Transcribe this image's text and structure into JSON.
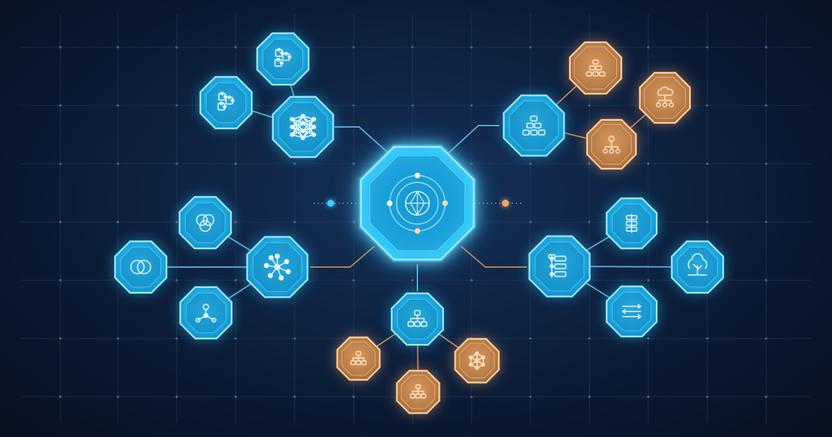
{
  "diagram": {
    "colors": {
      "background": "#0d1f3a",
      "grid": "#2a4263",
      "blue_fill": "#1fb6e8",
      "blue_glow": "#29c7ff",
      "blue_border": "#a8ecff",
      "orange_fill": "#c88a52",
      "orange_glow": "#f0a766",
      "orange_border": "#ffd2a3",
      "icon_light": "#e8f7ff",
      "icon_orange": "#ffe2c4",
      "link_blue": "#5fb9e0",
      "link_orange": "#c98b58"
    },
    "hub": {
      "name": "central-network-hub",
      "icon": "globe-network-icon"
    },
    "nodes": [
      {
        "id": "n1",
        "icon": "puzzle-cluster-icon",
        "theme": "blue"
      },
      {
        "id": "n2",
        "icon": "puzzle-cluster-icon",
        "theme": "blue"
      },
      {
        "id": "n3",
        "icon": "neural-network-icon",
        "theme": "blue"
      },
      {
        "id": "n4",
        "icon": "pyramid-blocks-icon",
        "theme": "orange"
      },
      {
        "id": "n5",
        "icon": "pyramid-blocks-icon",
        "theme": "blue"
      },
      {
        "id": "n6",
        "icon": "cloud-hierarchy-icon",
        "theme": "orange"
      },
      {
        "id": "n7",
        "icon": "org-chart-icon",
        "theme": "orange"
      },
      {
        "id": "n8",
        "icon": "venn-three-circles-icon",
        "theme": "blue"
      },
      {
        "id": "n9",
        "icon": "venn-two-circles-icon",
        "theme": "blue"
      },
      {
        "id": "n10",
        "icon": "hub-and-spoke-icon",
        "theme": "blue"
      },
      {
        "id": "n11",
        "icon": "three-spoke-node-icon",
        "theme": "blue"
      },
      {
        "id": "n12",
        "icon": "hierarchy-chart-icon",
        "theme": "blue"
      },
      {
        "id": "n13",
        "icon": "tree-chart-icon",
        "theme": "orange"
      },
      {
        "id": "n14",
        "icon": "tree-chart-icon",
        "theme": "orange"
      },
      {
        "id": "n15",
        "icon": "radial-network-icon",
        "theme": "orange"
      },
      {
        "id": "n16",
        "icon": "timeline-columns-icon",
        "theme": "blue"
      },
      {
        "id": "n17",
        "icon": "stacked-flow-icon",
        "theme": "blue"
      },
      {
        "id": "n18",
        "icon": "tree-icon",
        "theme": "blue"
      },
      {
        "id": "n19",
        "icon": "crossing-arrows-icon",
        "theme": "blue"
      }
    ],
    "links": [
      [
        "n1",
        "n3"
      ],
      [
        "n2",
        "n3"
      ],
      [
        "n3",
        "hub"
      ],
      [
        "n4",
        "n5"
      ],
      [
        "n5",
        "n7"
      ],
      [
        "n6",
        "n7"
      ],
      [
        "n5",
        "hub"
      ],
      [
        "n8",
        "n10"
      ],
      [
        "n9",
        "n10"
      ],
      [
        "n11",
        "n10"
      ],
      [
        "n10",
        "hub"
      ],
      [
        "hub",
        "n12"
      ],
      [
        "n12",
        "n13"
      ],
      [
        "n12",
        "n14"
      ],
      [
        "n12",
        "n15"
      ],
      [
        "hub",
        "n17"
      ],
      [
        "n16",
        "n17"
      ],
      [
        "n17",
        "n18"
      ],
      [
        "n17",
        "n19"
      ]
    ]
  }
}
